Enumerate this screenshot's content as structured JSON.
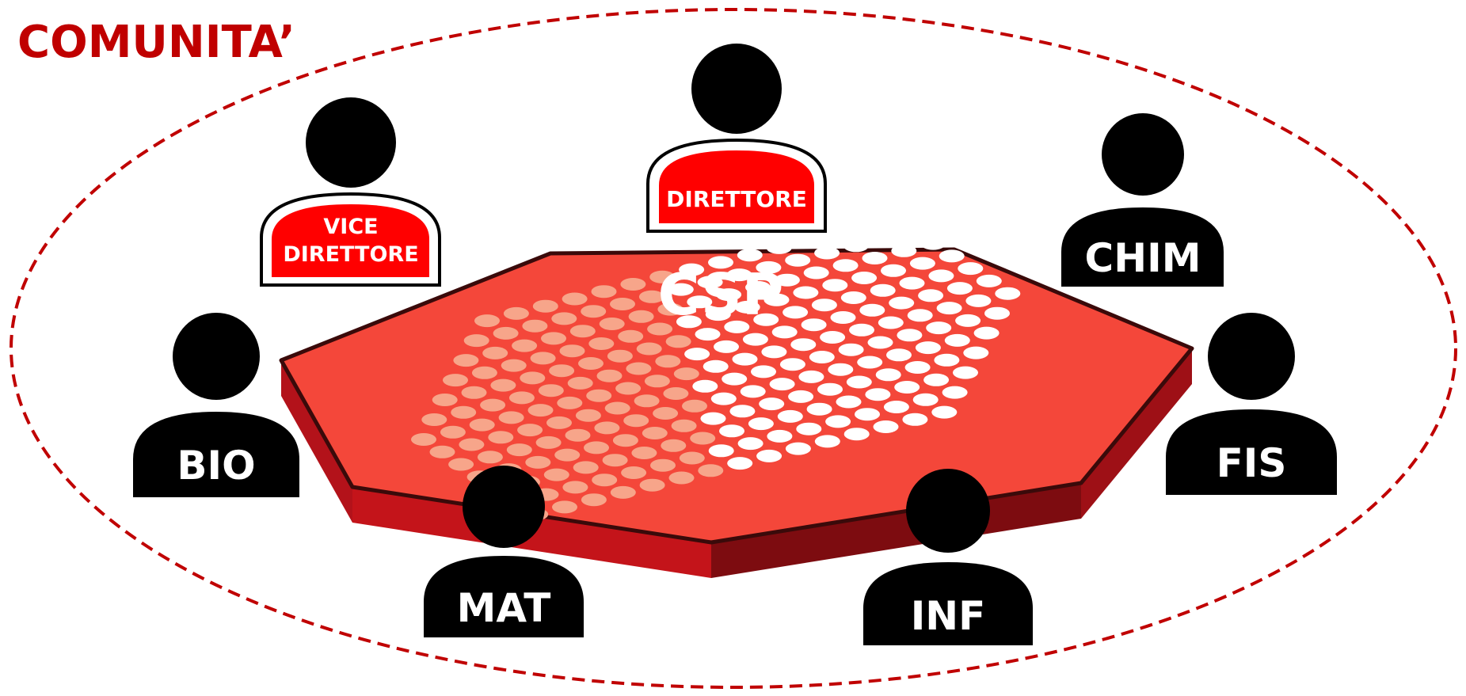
{
  "title": "COMUNITA’",
  "table_label": "CSP",
  "colors": {
    "accent": "#c00000",
    "table_top": "#f4473a",
    "table_side": "#c4141a",
    "person": "#000000",
    "badge": "#ff0000"
  },
  "people": {
    "direttore": {
      "lines": [
        "DIRETTORE"
      ],
      "icon": "person-icon"
    },
    "vice_direttore": {
      "lines": [
        "VICE",
        "DIRETTORE"
      ],
      "icon": "person-icon"
    },
    "chim": {
      "label": "CHIM",
      "icon": "person-icon"
    },
    "bio": {
      "label": "BIO",
      "icon": "person-icon"
    },
    "fis": {
      "label": "FIS",
      "icon": "person-icon"
    },
    "mat": {
      "label": "MAT",
      "icon": "person-icon"
    },
    "inf": {
      "label": "INF",
      "icon": "person-icon"
    }
  }
}
